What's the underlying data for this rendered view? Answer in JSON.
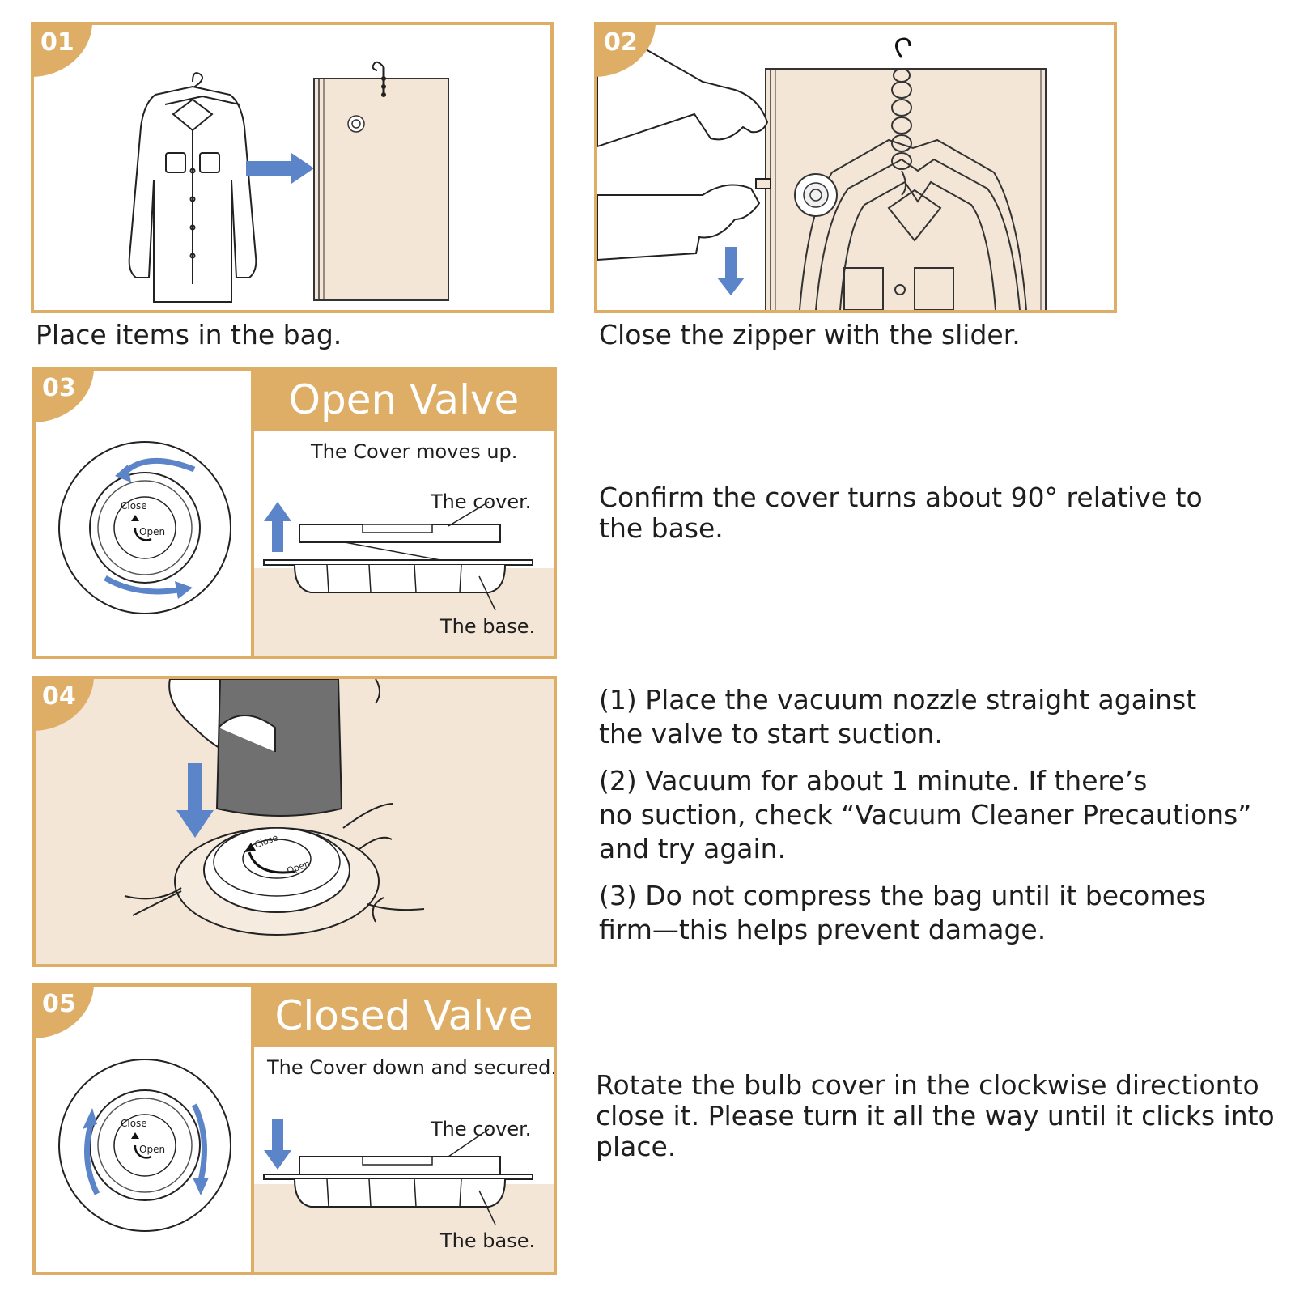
{
  "colors": {
    "accent": "#dfae66",
    "arrow": "#5b84c9",
    "bag": "#f4e6d6",
    "nozzle": "#707070"
  },
  "steps": [
    {
      "number": "01",
      "caption": "Place items in the bag."
    },
    {
      "number": "02",
      "caption": "Close the zipper with the slider."
    },
    {
      "number": "03",
      "header": "Open Valve",
      "subtitle": "The Cover moves up.",
      "label_cover": "The cover.",
      "label_base": "The base.",
      "dial_close": "Close",
      "dial_open": "Open",
      "text_lines": [
        "Confirm the cover turns about 90° relative to",
        "the base."
      ]
    },
    {
      "number": "04",
      "dial_close": "Close",
      "dial_open": "Open",
      "paragraphs": [
        [
          "(1) Place the vacuum nozzle straight against",
          "the valve to start suction."
        ],
        [
          "(2) Vacuum for about 1 minute. If there’s",
          "no suction, check  “Vacuum Cleaner Precautions”",
          "and try again."
        ],
        [
          "(3) Do not compress the bag until it becomes",
          "firm—this helps prevent damage."
        ]
      ]
    },
    {
      "number": "05",
      "header": "Closed Valve",
      "subtitle": "The Cover down and secured.",
      "label_cover": "The cover.",
      "label_base": "The base.",
      "dial_close": "Close",
      "dial_open": "Open",
      "text_lines": [
        "Rotate the bulb cover in the clockwise directionto",
        "close it. Please turn it all the way until it clicks into",
        "place."
      ]
    }
  ]
}
